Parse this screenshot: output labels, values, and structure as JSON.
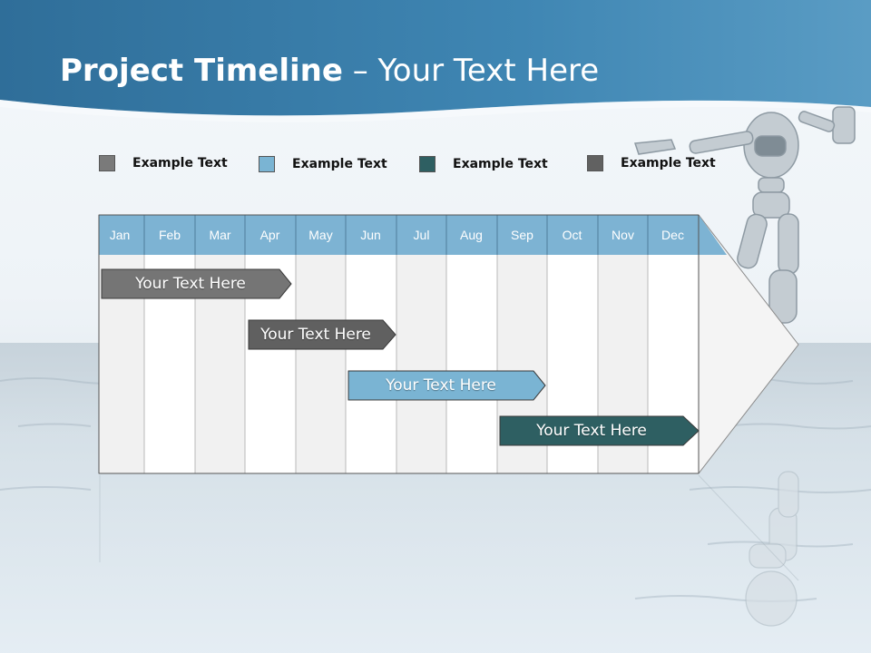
{
  "slide": {
    "title_bold": "Project Timeline",
    "title_rest": " – Your Text Here"
  },
  "colors": {
    "header": "#3b7ca8",
    "month_header": "#7db3d3",
    "gray_light": "#757575",
    "gray_dark": "#606060",
    "blue": "#7ab4d3",
    "teal": "#2e5f62"
  },
  "legend": [
    {
      "label": "Example Text",
      "color": "#7a7a7a"
    },
    {
      "label": "Example Text",
      "color": "#7ab4d3"
    },
    {
      "label": "Example Text",
      "color": "#2e5f62"
    },
    {
      "label": "Example Text",
      "color": "#616161"
    }
  ],
  "months": [
    "Jan",
    "Feb",
    "Mar",
    "Apr",
    "May",
    "Jun",
    "Jul",
    "Aug",
    "Sep",
    "Oct",
    "Nov",
    "Dec"
  ],
  "tasks": [
    {
      "label": "Your  Text Here",
      "color": "#757575"
    },
    {
      "label": "Your  Text Here",
      "color": "#606060"
    },
    {
      "label": "Your  Text Here",
      "color": "#7ab4d3"
    },
    {
      "label": "Your  Text Here",
      "color": "#2e5f62"
    }
  ]
}
